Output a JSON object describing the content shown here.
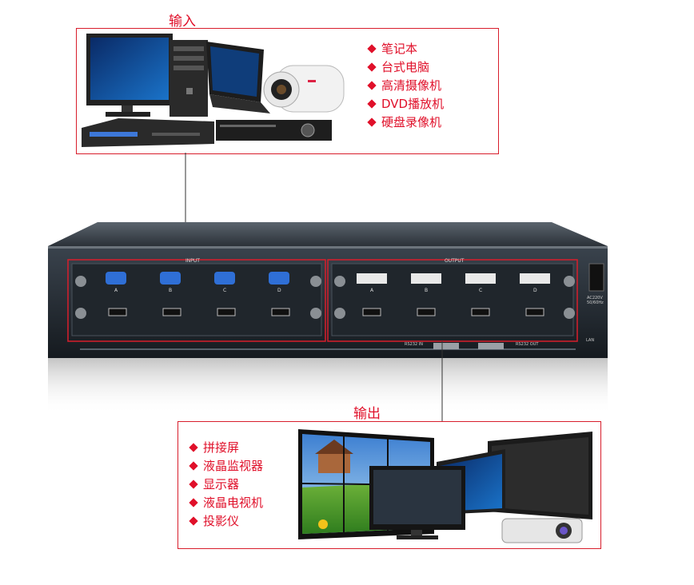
{
  "input": {
    "title": "输入",
    "items": [
      "笔记本",
      "台式电脑",
      "高清摄像机",
      "DVD播放机",
      "硬盘录像机"
    ]
  },
  "output": {
    "title": "输出",
    "items": [
      "拼接屏",
      "液晶监视器",
      "显示器",
      "液晶电视机",
      "投影仪"
    ]
  },
  "device": {
    "input_panel_label": "INPUT",
    "output_panel_label": "OUTPUT",
    "input_ports": [
      "A",
      "B",
      "C",
      "D"
    ],
    "output_ports": [
      "A",
      "B",
      "C",
      "D"
    ],
    "power_label": "AC220V 50/60Hz",
    "rs232_in": "RS232 IN",
    "rs232_out": "RS232 OUT",
    "lan_label": "LAN"
  },
  "colors": {
    "accent": "#e0102a",
    "chassis": "#1c2228"
  }
}
